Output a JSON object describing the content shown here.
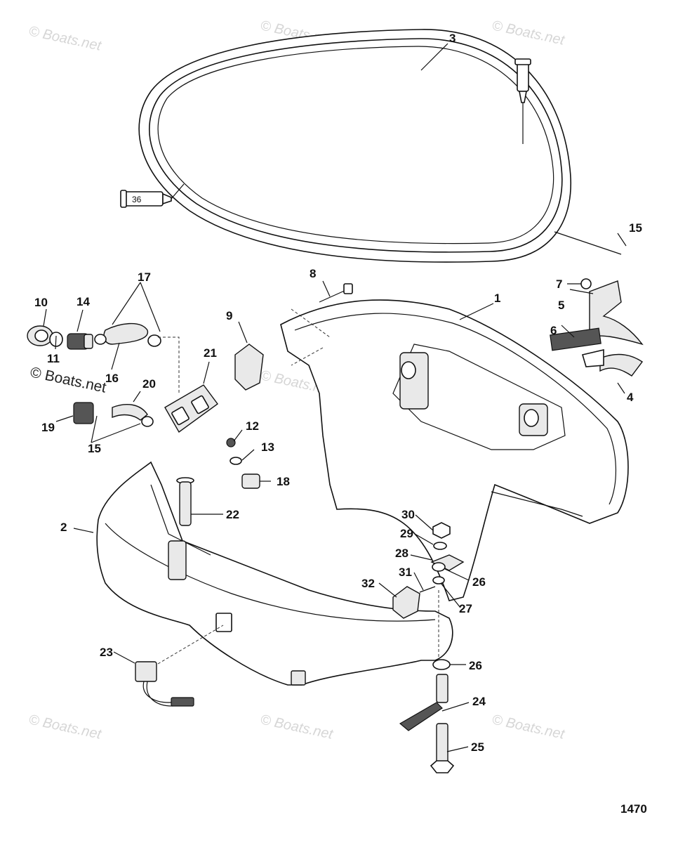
{
  "diagram_number": "1470",
  "watermark": "© Boats.net",
  "tube_label": "36",
  "callouts": [
    {
      "id": "c1",
      "label": "1"
    },
    {
      "id": "c2",
      "label": "2"
    },
    {
      "id": "c3",
      "label": "3"
    },
    {
      "id": "c4",
      "label": "4"
    },
    {
      "id": "c5",
      "label": "5"
    },
    {
      "id": "c6",
      "label": "6"
    },
    {
      "id": "c7",
      "label": "7"
    },
    {
      "id": "c8",
      "label": "8"
    },
    {
      "id": "c9",
      "label": "9"
    },
    {
      "id": "c10",
      "label": "10"
    },
    {
      "id": "c11",
      "label": "11"
    },
    {
      "id": "c12",
      "label": "12"
    },
    {
      "id": "c13",
      "label": "13"
    },
    {
      "id": "c14",
      "label": "14"
    },
    {
      "id": "c15a",
      "label": "15"
    },
    {
      "id": "c15b",
      "label": "15"
    },
    {
      "id": "c16",
      "label": "16"
    },
    {
      "id": "c17",
      "label": "17"
    },
    {
      "id": "c18",
      "label": "18"
    },
    {
      "id": "c19",
      "label": "19"
    },
    {
      "id": "c20",
      "label": "20"
    },
    {
      "id": "c21",
      "label": "21"
    },
    {
      "id": "c22",
      "label": "22"
    },
    {
      "id": "c23",
      "label": "23"
    },
    {
      "id": "c24",
      "label": "24"
    },
    {
      "id": "c25",
      "label": "25"
    },
    {
      "id": "c26a",
      "label": "26"
    },
    {
      "id": "c26b",
      "label": "26"
    },
    {
      "id": "c27",
      "label": "27"
    },
    {
      "id": "c28",
      "label": "28"
    },
    {
      "id": "c29",
      "label": "29"
    },
    {
      "id": "c30",
      "label": "30"
    },
    {
      "id": "c31",
      "label": "31"
    },
    {
      "id": "c32",
      "label": "32"
    }
  ]
}
